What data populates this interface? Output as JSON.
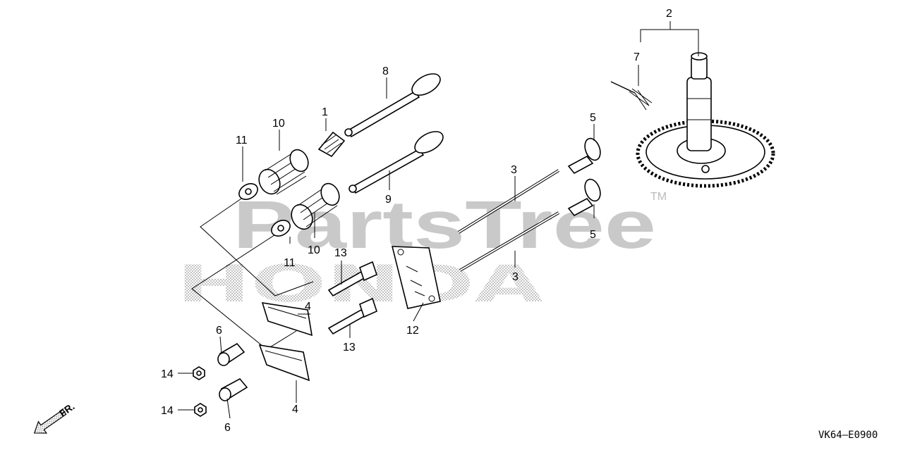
{
  "watermark": {
    "brand": "PartsTree",
    "trademark": "TM",
    "maker": "HONDA"
  },
  "diagram_code": "VK64—E0900",
  "direction_marker": {
    "label": "FR.",
    "icon": "arrow-icon"
  },
  "callouts": [
    "1",
    "2",
    "3",
    "3",
    "4",
    "4",
    "5",
    "5",
    "6",
    "6",
    "7",
    "8",
    "9",
    "10",
    "10",
    "11",
    "11",
    "12",
    "13",
    "13",
    "14",
    "14"
  ]
}
